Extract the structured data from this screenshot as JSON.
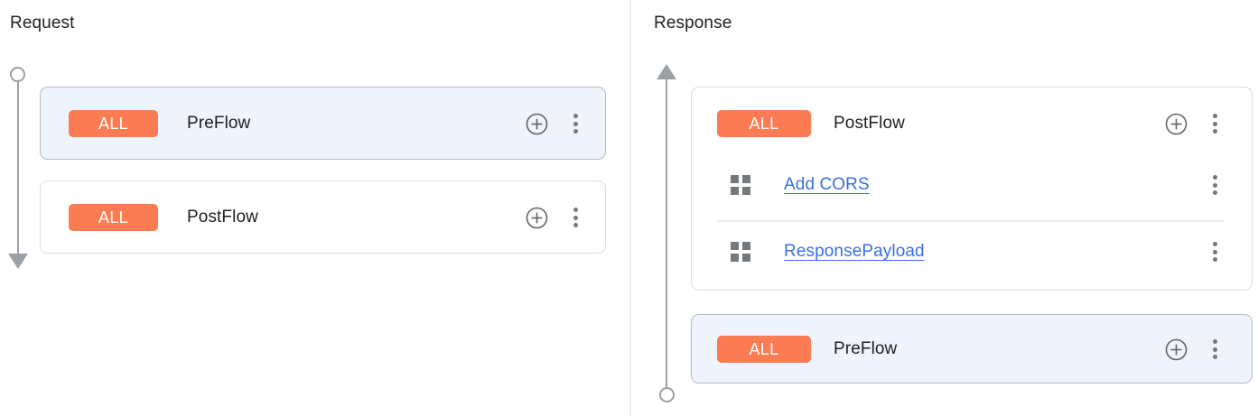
{
  "colors": {
    "badge_orange": "#fb7b52",
    "link_blue": "#3b6fe0",
    "selected_card_bg": "#eef3fc",
    "card_border": "#dadce0",
    "rail_gray": "#9aa0a6",
    "icon_gray": "#76797c",
    "text_primary": "#202124",
    "divider": "#e8eaed"
  },
  "icons": {
    "add": "plus-circle-icon",
    "menu": "kebab-menu-icon",
    "drag": "drag-grid-icon",
    "flow_start": "flow-endpoint-circle-icon",
    "flow_arrow_down": "flow-arrow-down-icon",
    "flow_arrow_up": "flow-arrow-up-icon"
  },
  "request": {
    "title": "Request",
    "flows": [
      {
        "badge": "ALL",
        "name": "PreFlow",
        "selected": true,
        "policies": []
      },
      {
        "badge": "ALL",
        "name": "PostFlow",
        "selected": false,
        "policies": []
      }
    ]
  },
  "response": {
    "title": "Response",
    "flows": [
      {
        "badge": "ALL",
        "name": "PostFlow",
        "selected": false,
        "policies": [
          {
            "name": "Add CORS"
          },
          {
            "name": "ResponsePayload"
          }
        ]
      },
      {
        "badge": "ALL",
        "name": "PreFlow",
        "selected": true,
        "policies": []
      }
    ]
  }
}
